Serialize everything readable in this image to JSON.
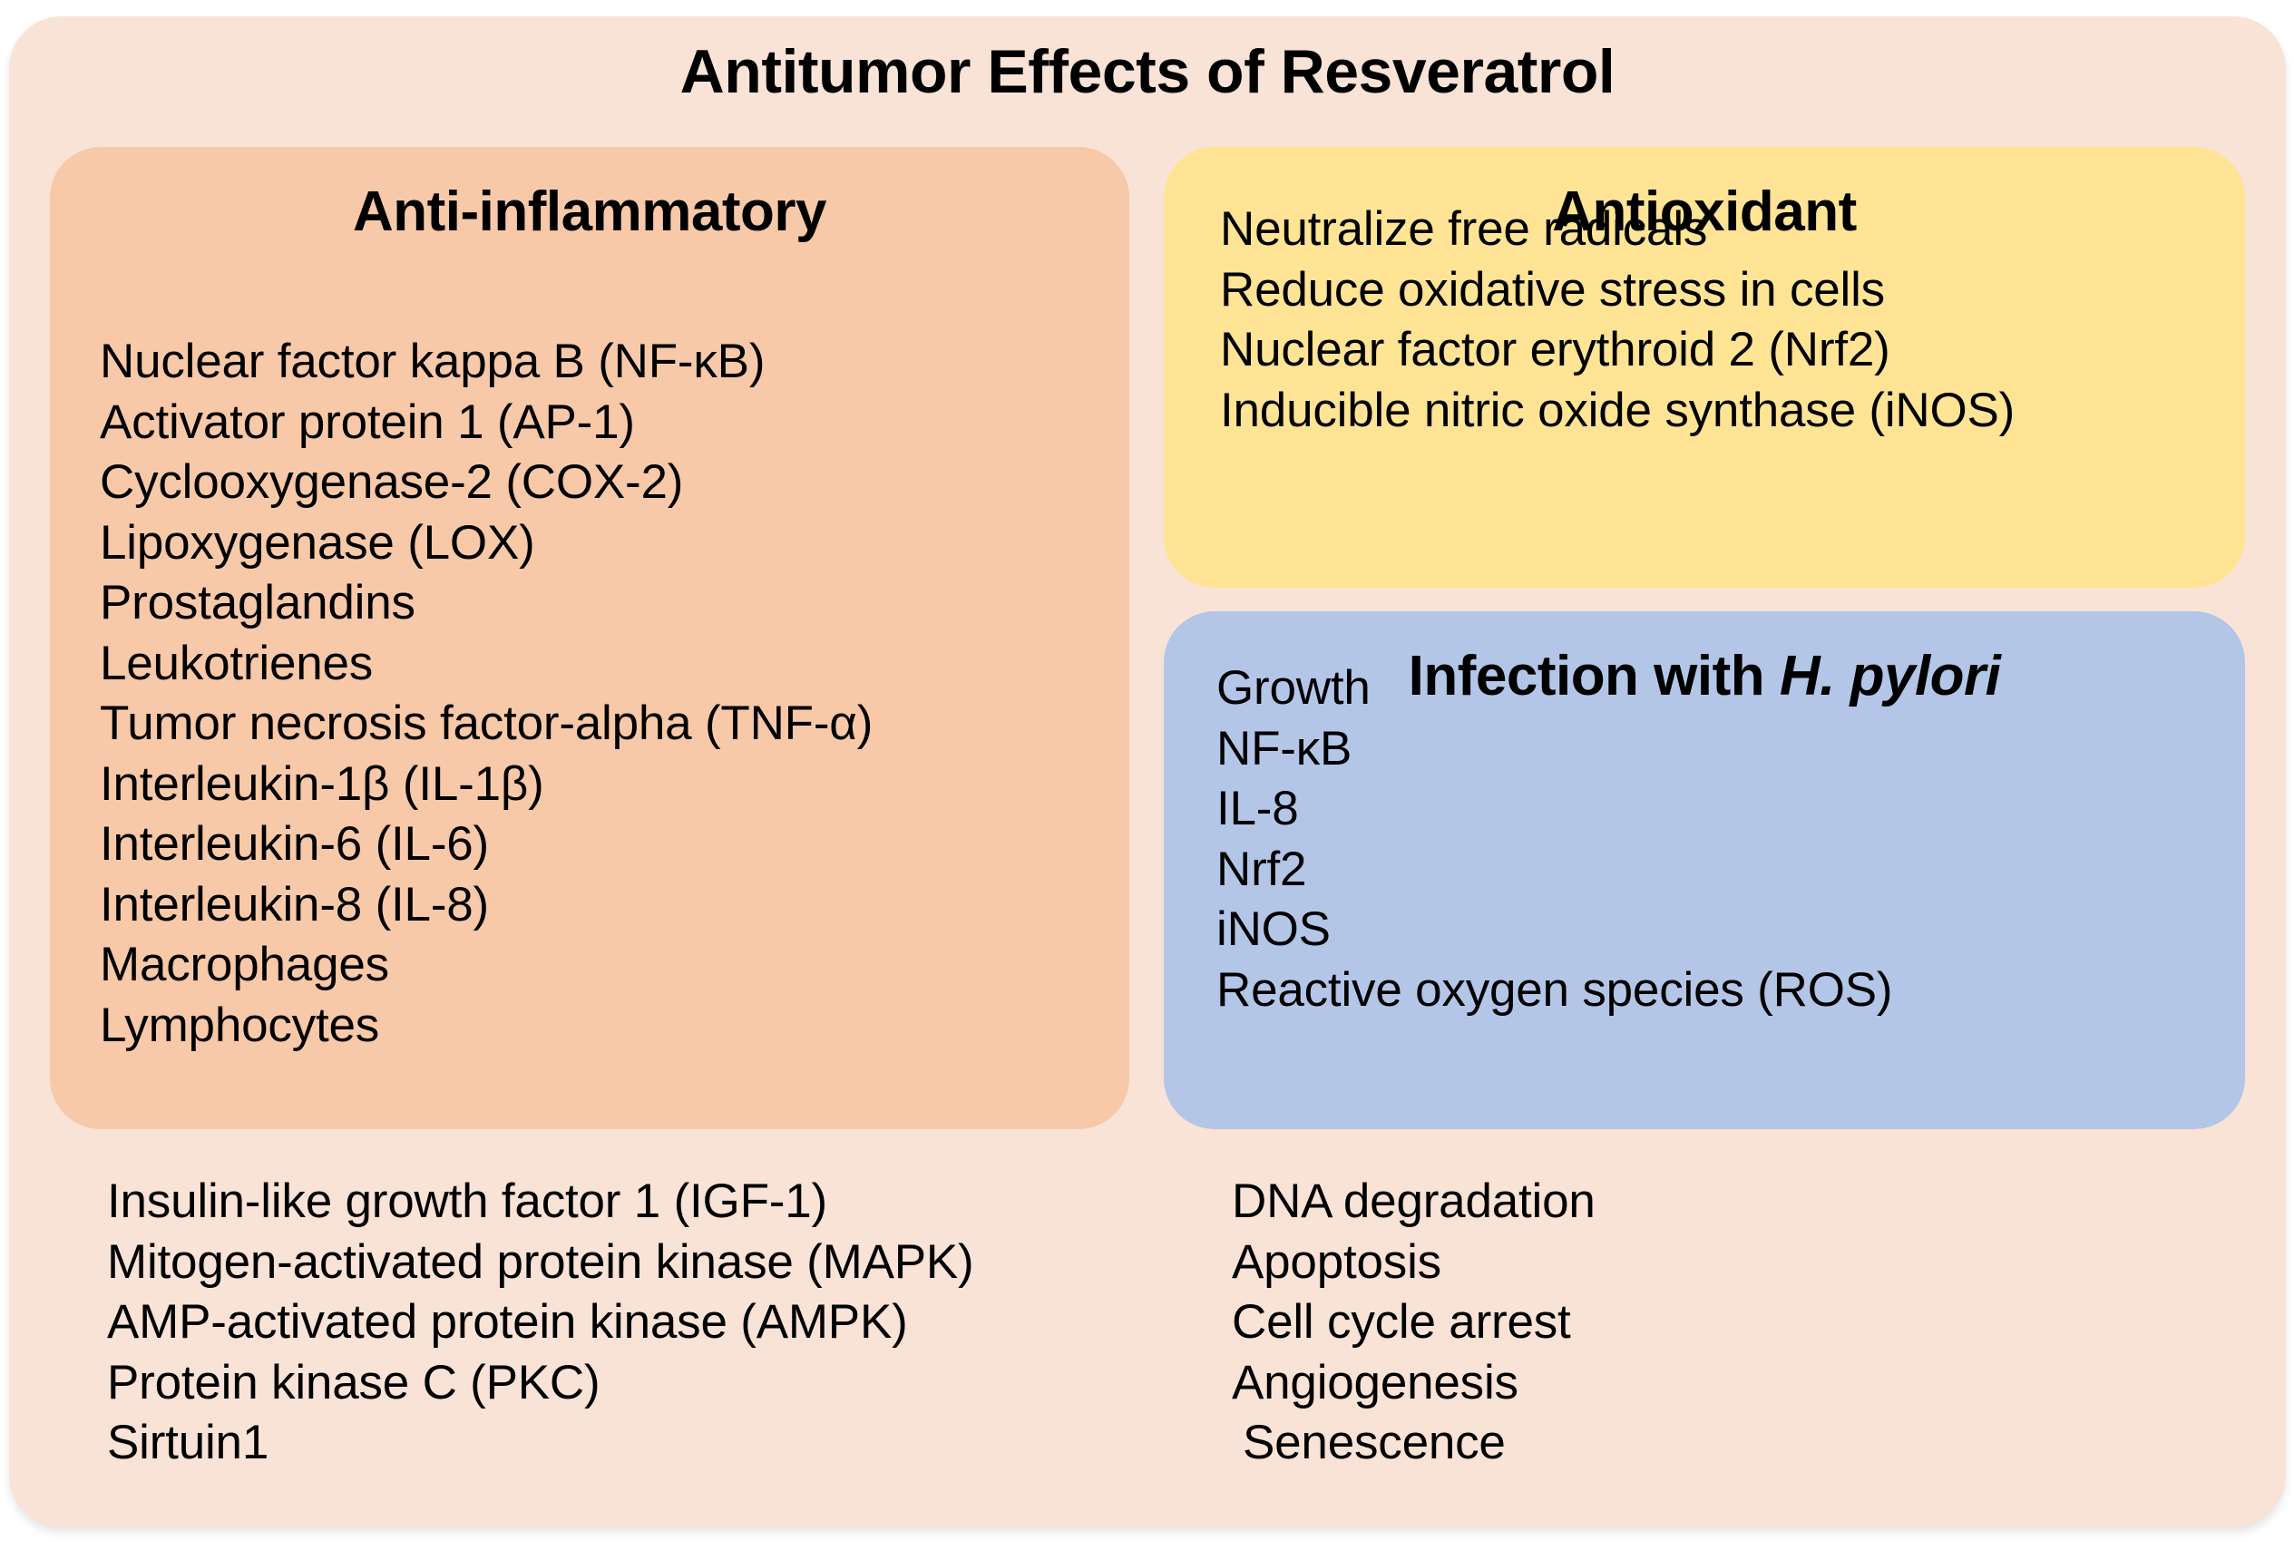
{
  "title": "Antitumor Effects of Resveratrol",
  "colors": {
    "outer_panel": "#F8E3D6",
    "anti_inflammatory": "#F7C9A8",
    "antioxidant": "#FEE494",
    "hpylori": "#B3C6E7",
    "text": "#000000"
  },
  "panels": {
    "anti_inflammatory": {
      "title": "Anti-inflammatory",
      "items": [
        "Nuclear factor kappa B (NF-κB)",
        "Activator protein 1 (AP-1)",
        "Cyclooxygenase-2 (COX-2)",
        "Lipoxygenase (LOX)",
        "Prostaglandins",
        "Leukotrienes",
        "Tumor necrosis factor-alpha (TNF-α)",
        "Interleukin-1β (IL-1β)",
        "Interleukin-6 (IL-6)",
        "Interleukin-8 (IL-8)",
        "Macrophages",
        "Lymphocytes"
      ]
    },
    "antioxidant": {
      "title": "Antioxidant",
      "items": [
        "Neutralize free radicals",
        "Reduce oxidative stress in cells",
        "Nuclear factor erythroid 2 (Nrf2)",
        "Inducible nitric oxide synthase (iNOS)"
      ]
    },
    "hpylori": {
      "title_prefix": "Infection with ",
      "title_italic": "H. pylori",
      "items": [
        "Growth",
        "NF-κB",
        "IL-8",
        "Nrf2",
        "iNOS",
        "Reactive oxygen species (ROS)"
      ]
    }
  },
  "bottom": {
    "signaling": {
      "items": [
        "Insulin-like growth factor 1 (IGF-1)",
        "Mitogen-activated protein kinase (MAPK)",
        "AMP-activated protein kinase (AMPK)",
        "Protein kinase C (PKC)",
        "Sirtuin1"
      ]
    },
    "outcomes": {
      "items": [
        "DNA degradation",
        "Apoptosis",
        "Cell cycle arrest",
        "Angiogenesis",
        "Senescence"
      ]
    }
  }
}
